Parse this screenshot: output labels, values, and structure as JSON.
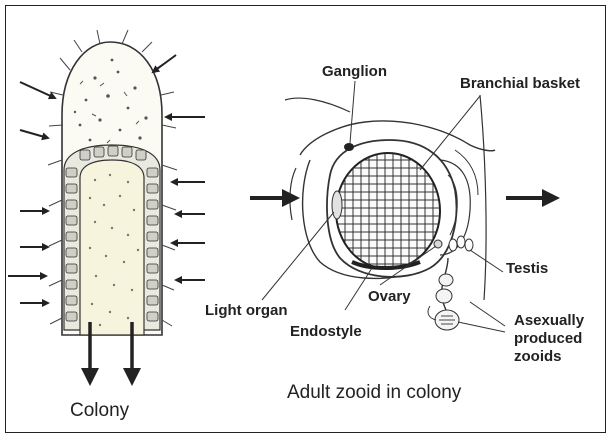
{
  "labels": {
    "ganglion": "Ganglion",
    "branchial_basket": "Branchial basket",
    "testis": "Testis",
    "light_organ": "Light organ",
    "ovary": "Ovary",
    "endostyle": "Endostyle",
    "asexual_line1": "Asexually",
    "asexual_line2": "produced",
    "asexual_line3": "zooids",
    "colony_caption": "Colony",
    "zooid_caption": "Adult zooid in colony"
  }
}
